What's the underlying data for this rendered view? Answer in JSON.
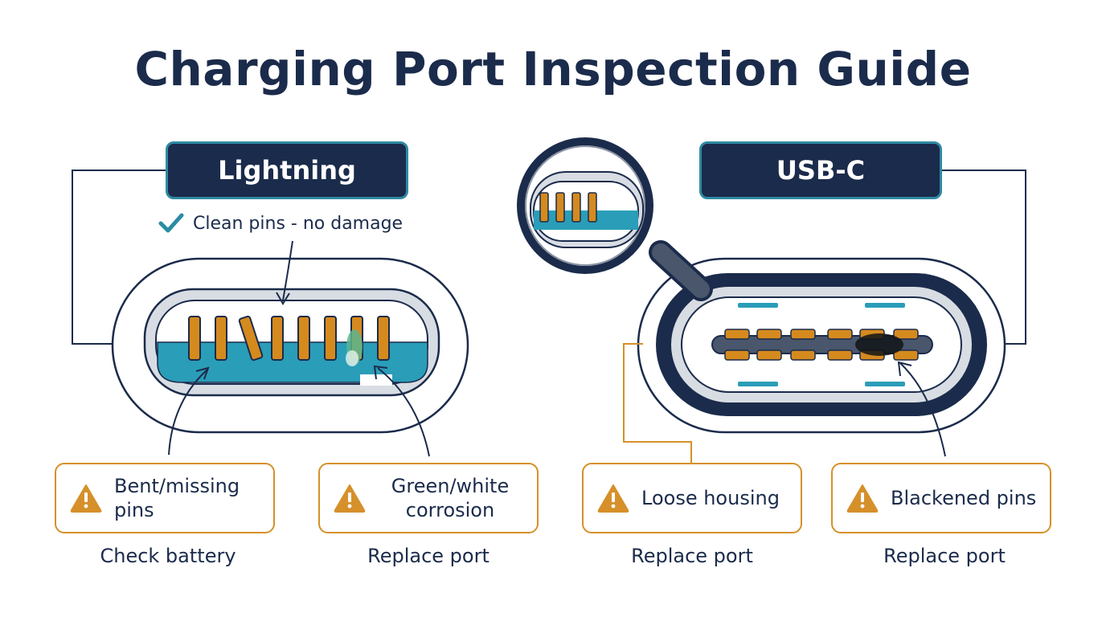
{
  "title": "Charging Port Inspection Guide",
  "lightning": {
    "label": "Lightning",
    "clean_note": "Clean pins - no damage"
  },
  "usbc": {
    "label": "USB-C"
  },
  "issues": [
    {
      "text": "Bent/missing pins",
      "action": "Check battery"
    },
    {
      "text": "Green/white corrosion",
      "action": "Replace port"
    },
    {
      "text": "Loose housing",
      "action": "Replace port"
    },
    {
      "text": "Blackened pins",
      "action": "Replace port"
    }
  ],
  "colors": {
    "navy": "#1b2b4b",
    "teal": "#2a9db8",
    "pin": "#d58a1e",
    "warning": "#d6902a",
    "check": "#2a8ba3",
    "corrosion": "#5bb48e"
  },
  "icons": [
    "check-icon",
    "warning-icon",
    "magnifier-icon"
  ]
}
